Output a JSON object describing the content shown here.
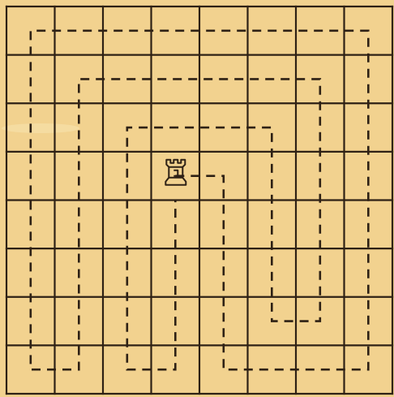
{
  "board": {
    "rows": 8,
    "cols": 8,
    "paper_color": "#f2d28f",
    "ink_color": "#2e2115"
  },
  "piece": {
    "type": "rook",
    "icon": "rook-icon",
    "square": {
      "col": 3,
      "row": 3
    }
  },
  "tour": {
    "style": "dashed",
    "path": [
      [
        3.5,
        3.5
      ],
      [
        4.5,
        3.5
      ],
      [
        4.5,
        7.5
      ],
      [
        7.5,
        7.5
      ],
      [
        7.5,
        0.5
      ],
      [
        0.5,
        0.5
      ],
      [
        0.5,
        7.5
      ],
      [
        1.5,
        7.5
      ],
      [
        1.5,
        1.5
      ],
      [
        6.5,
        1.5
      ],
      [
        6.5,
        6.5
      ],
      [
        5.5,
        6.5
      ],
      [
        5.5,
        2.5
      ],
      [
        2.5,
        2.5
      ],
      [
        2.5,
        7.5
      ],
      [
        3.5,
        7.5
      ],
      [
        3.5,
        4.0
      ]
    ]
  }
}
